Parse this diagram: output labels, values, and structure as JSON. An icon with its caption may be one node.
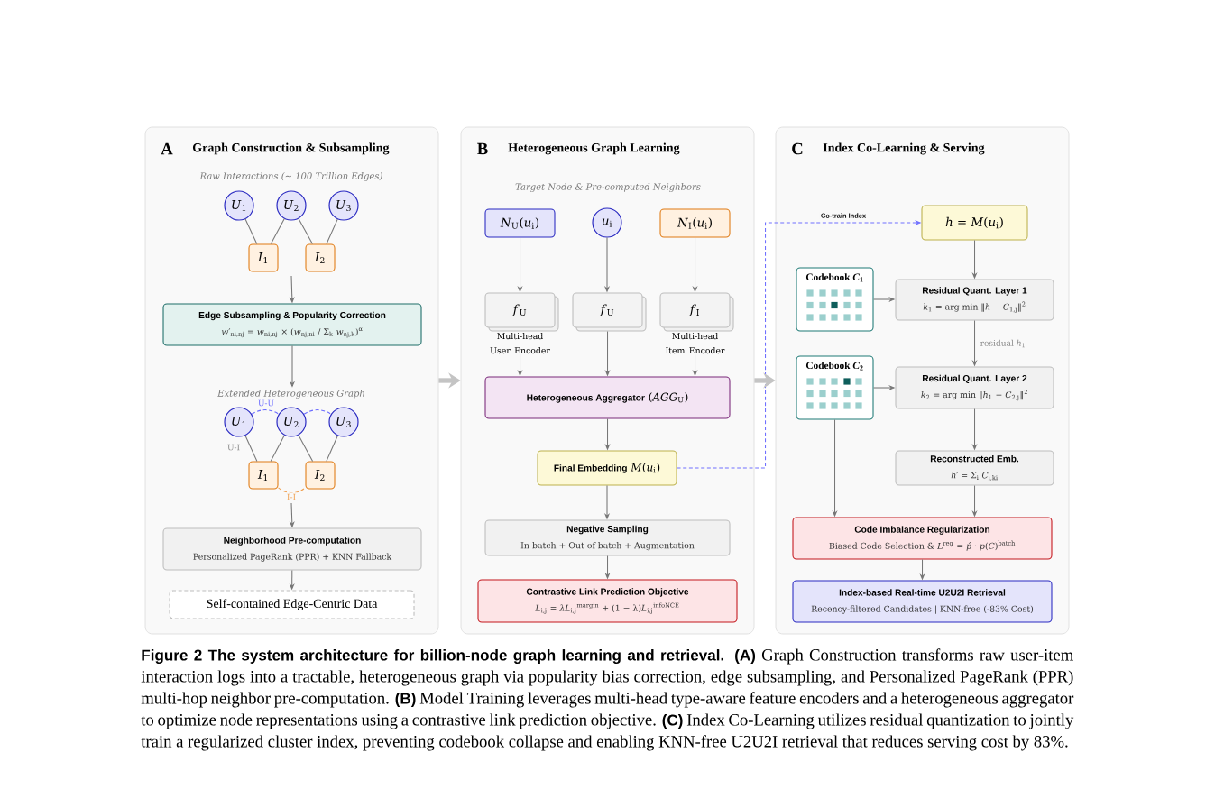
{
  "diagram": {
    "nodes": [
      {
        "text": [
          "A",
          "Graph Construction & Subsampling"
        ]
      },
      {
        "text": [
          "*U*$_{1}$"
        ],
        "in": 0
      },
      {
        "text": [
          "*U*$_{2}$"
        ],
        "in": 0
      },
      {
        "text": [
          "*U*$_{3}$"
        ],
        "in": 0
      },
      {
        "text": [
          "*I*$_{1}$"
        ],
        "in": 0
      },
      {
        "text": [
          "*I*$_{2}$"
        ],
        "in": 0
      },
      {
        "text": [
          "Edge Subsampling & Popularity Correction",
          "*w*′$_{ni,nj}$ = *w*$_{ni,nj}$ × (*w*$_{nj,ni}$ / Σ$_{k}$ *w*$_{nj,k}$)$^{α}$"
        ],
        "in": 0
      },
      {
        "text": [
          "Extended Heterogeneous Graph"
        ],
        "in": 0
      },
      {
        "text": [
          "*U*$_{1}$"
        ],
        "in": 0
      },
      {
        "text": [
          "*U*$_{2}$"
        ],
        "in": 0
      },
      {
        "text": [
          "*U*$_{3}$"
        ],
        "in": 0
      },
      {
        "text": [
          "*I*$_{1}$"
        ],
        "in": 0
      },
      {
        "text": [
          "*I*$_{2}$"
        ],
        "in": 0
      },
      {
        "text": [
          "Neighborhood Pre-computation",
          "Personalized PageRank (PPR) + KNN Fallback"
        ],
        "in": 0
      },
      {
        "text": [
          "Self-contained Edge-Centric Data"
        ],
        "in": 0
      },
      {
        "text": [
          "B",
          "Heterogeneous Graph Learning"
        ]
      },
      {
        "text": [
          "*N*$_{U}$(*u*$_{i}$)"
        ],
        "in": 15
      },
      {
        "text": [
          "*u*$_{i}$"
        ],
        "in": 15
      },
      {
        "text": [
          "*N*$_{I}$(*u*$_{i}$)"
        ],
        "in": 15
      },
      {
        "text": [
          "*f*$_{U}$"
        ],
        "beside": [
          "Multi-head User Encoder"
        ],
        "in": 15
      },
      {
        "text": [
          "*f*$_{U}$"
        ],
        "in": 15
      },
      {
        "text": [
          "*f*$_{I}$"
        ],
        "beside": [
          "Multi-head Item Encoder"
        ],
        "in": 15
      },
      {
        "text": [
          "**Heterogeneous Aggregator** (*AGG*$_{U}$)"
        ],
        "in": 15
      },
      {
        "text": [
          "**Final Embedding** *M*(*u*$_{i}$)"
        ],
        "in": 15
      },
      {
        "text": [
          "Negative Sampling",
          "In-batch + Out-of-batch + Augmentation"
        ],
        "in": 15
      },
      {
        "text": [
          "Contrastive Link Prediction Objective",
          "*L*$_{i,j}$ = *λL*$_{i,j}$$^{margin}$ + (1 − λ)*L*$_{i,j}$$^{infoNCE}$"
        ],
        "in": 15
      },
      {
        "text": [
          "C",
          "Index Co-Learning & Serving"
        ]
      },
      {
        "text": [
          "*h* = *M*(*u*$_{i}$)"
        ],
        "in": 26
      },
      {
        "text": [
          "Codebook *C*$_{1}$"
        ],
        "in": 26
      },
      {
        "text": [
          "Residual Quant. Layer 1",
          "*k*$_{1}$ = arg min ‖*h* − *C*$_{1,j}$‖$^{2}$"
        ],
        "in": 26
      },
      {
        "text": [
          "Codebook *C*$_{2}$"
        ],
        "in": 26
      },
      {
        "text": [
          "Residual Quant. Layer 2",
          "*k*$_{2}$ = arg min ‖*h*$_{1}$ − *C*$_{2,j}$‖$^{2}$"
        ],
        "in": 26
      },
      {
        "text": [
          "Reconstructed Emb.",
          "*h*′ = Σ$_{i}$ *C*$_{i,ki}$"
        ],
        "in": 26
      },
      {
        "text": [
          "Code Imbalance Regularization",
          "Biased Code Selection & *L*$^{reg}$ = *p̂* · *p*(*C*)$^{batch}$"
        ],
        "in": 26
      },
      {
        "text": [
          "Index-based Real-time U2U2I Retrieval",
          "Recency-filtered Candidates | KNN-free (-83% Cost)"
        ],
        "in": 26
      }
    ],
    "edges": [
      {
        "from": 1,
        "to": 4,
        "arrow": "none"
      },
      {
        "from": 2,
        "to": 4,
        "arrow": "none"
      },
      {
        "from": 2,
        "to": 5,
        "arrow": "none"
      },
      {
        "from": 3,
        "to": 5,
        "arrow": "none"
      },
      {
        "from": null,
        "to": 6,
        "arrow": "to"
      },
      {
        "from": 6,
        "to": 7,
        "arrow": "to"
      },
      {
        "from": 8,
        "to": 11,
        "arrow": "none",
        "label": "U-I"
      },
      {
        "from": 9,
        "to": 11,
        "arrow": "none"
      },
      {
        "from": 9,
        "to": 12,
        "arrow": "none"
      },
      {
        "from": 10,
        "to": 12,
        "arrow": "none"
      },
      {
        "from": 8,
        "to": 9,
        "arrow": "none",
        "label": "U-U",
        "style": "dashed",
        "color": "#6b6bff"
      },
      {
        "from": 9,
        "to": 10,
        "arrow": "none",
        "style": "dashed",
        "color": "#6b6bff"
      },
      {
        "from": 11,
        "to": 12,
        "arrow": "none",
        "label": "I-I",
        "style": "dashed",
        "color": "#f0a050"
      },
      {
        "from": null,
        "to": 13,
        "arrow": "to"
      },
      {
        "from": 13,
        "to": 14,
        "arrow": "to"
      },
      {
        "from": 0,
        "to": 15,
        "arrow": "to",
        "style": "thick",
        "color": "#c4c4c4"
      },
      {
        "from": 16,
        "to": 19,
        "arrow": "to"
      },
      {
        "from": 17,
        "to": 20,
        "arrow": "to"
      },
      {
        "from": 18,
        "to": 21,
        "arrow": "to"
      },
      {
        "from": 19,
        "to": 22,
        "arrow": "to"
      },
      {
        "from": 20,
        "to": 22,
        "arrow": "to"
      },
      {
        "from": 21,
        "to": 22,
        "arrow": "to"
      },
      {
        "from": 22,
        "to": 23,
        "arrow": "to"
      },
      {
        "from": 23,
        "to": 24,
        "arrow": "to"
      },
      {
        "from": 24,
        "to": 25,
        "arrow": "to"
      },
      {
        "from": 23,
        "to": 27,
        "arrow": "to",
        "label": "Co-train Index",
        "style": "dashed",
        "color": "#7070ff"
      },
      {
        "from": 15,
        "to": 26,
        "arrow": "to",
        "style": "thick",
        "color": "#c4c4c4"
      },
      {
        "from": 27,
        "to": 29,
        "arrow": "to"
      },
      {
        "from": 28,
        "to": 29,
        "arrow": "to"
      },
      {
        "from": 29,
        "to": 31,
        "arrow": "to",
        "label": "residual *h*$_{1}$"
      },
      {
        "from": 30,
        "to": 31,
        "arrow": "to"
      },
      {
        "from": 31,
        "to": 32,
        "arrow": "to"
      },
      {
        "from": 30,
        "to": 33,
        "arrow": "to"
      },
      {
        "from": 32,
        "to": 33,
        "arrow": "to"
      },
      {
        "from": 33,
        "to": 34,
        "arrow": "to"
      }
    ],
    "labels": [
      "Raw Interactions (∼ 100 Trillion Edges)",
      "Target Node & Pre-computed Neighbors"
    ],
    "caption": "**Figure 2 The system architecture for billion-node graph learning and retrieval.** **(A)** Graph Construction transforms raw user-item interaction logs into a tractable, heterogeneous graph via popularity bias correction, edge subsampling, and Personalized PageRank (PPR) multi-hop neighbor pre-computation. **(B)** Model Training leverages multi-head type-aware feature encoders and a heterogeneous aggregator to optimize node representations using a contrastive link prediction objective. **(C)** Index Co-Learning utilizes residual quantization to jointly train a regularized cluster index, preventing codebook collapse and enabling KNN-free U2U2I retrieval that reduces serving cost by 83%."
  }
}
